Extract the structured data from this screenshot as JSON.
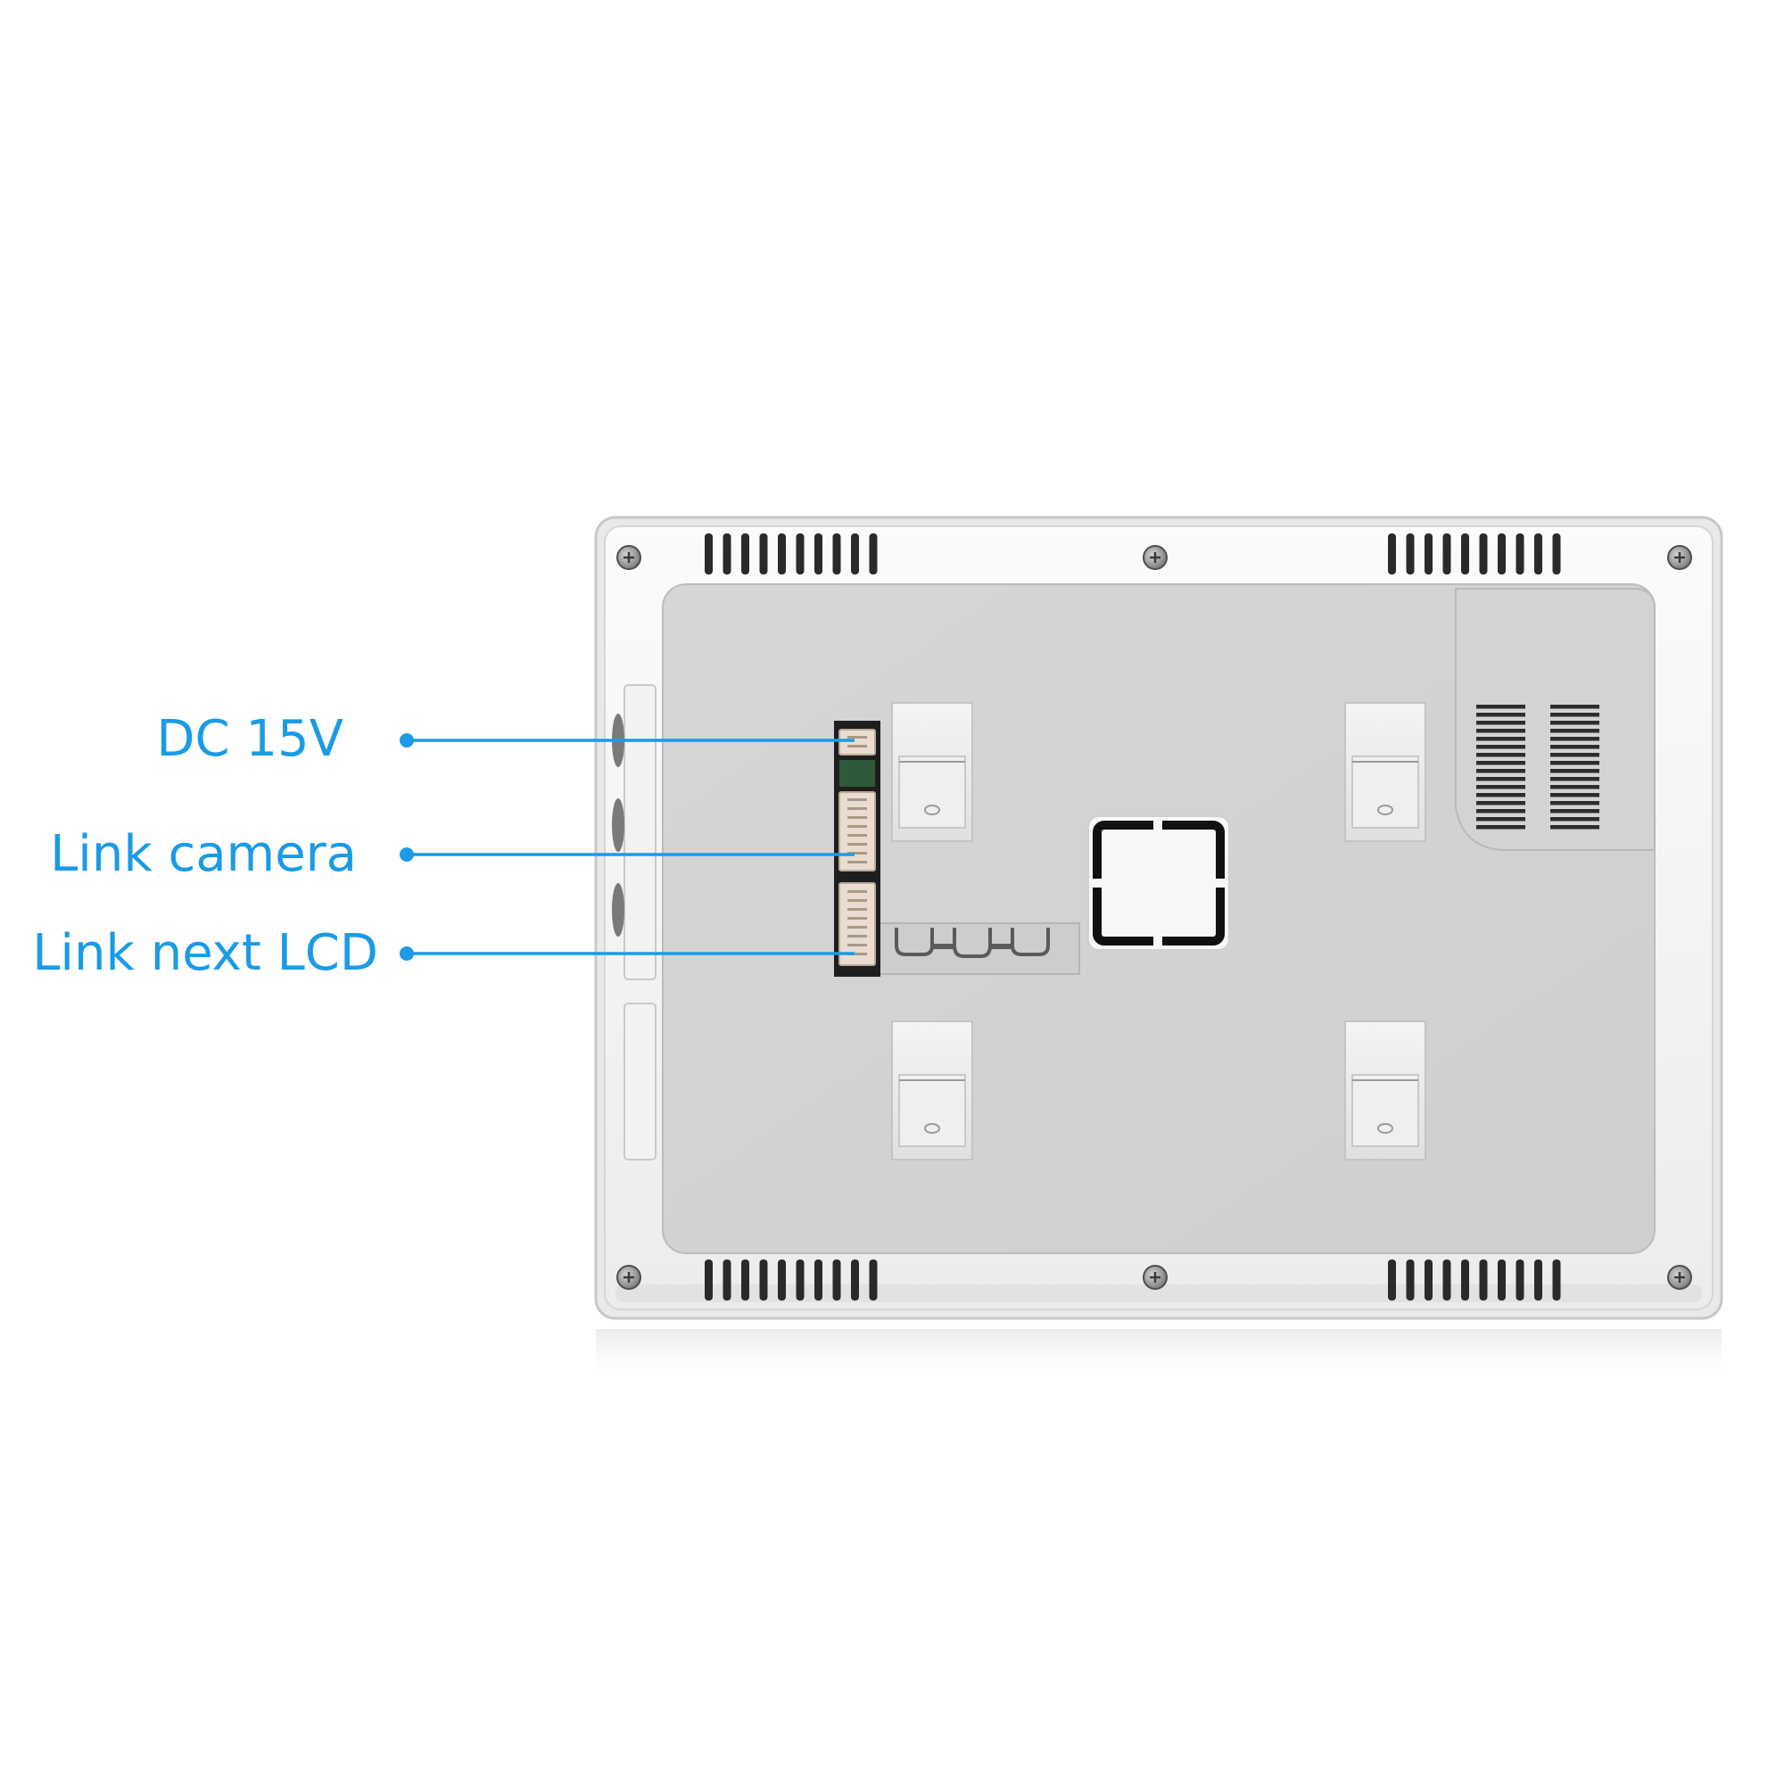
{
  "accent_color": "#1a9be6",
  "callouts": [
    {
      "id": "power",
      "label": "DC 15V"
    },
    {
      "id": "camera",
      "label": "Link camera"
    },
    {
      "id": "next-lcd",
      "label": "Link next LCD"
    }
  ]
}
